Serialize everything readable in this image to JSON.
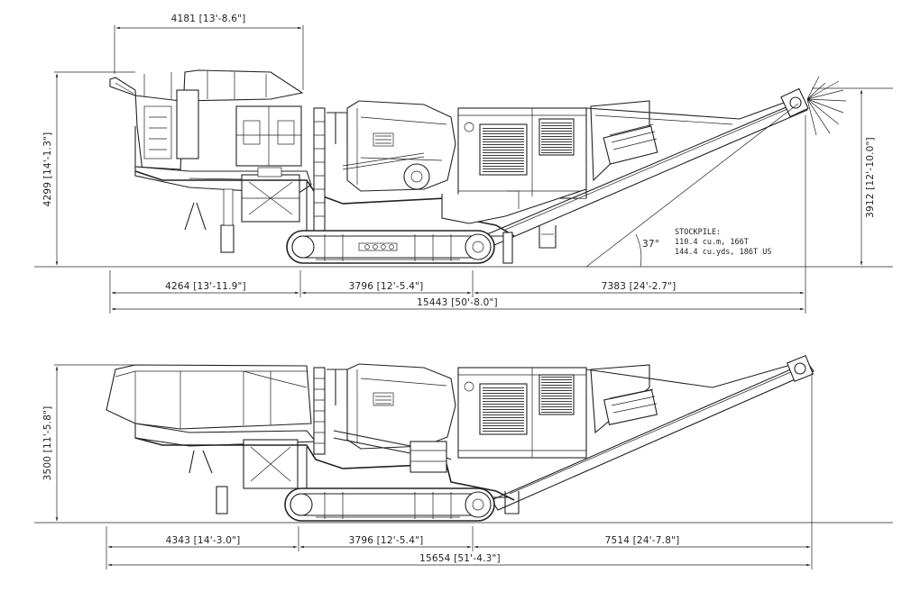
{
  "colors": {
    "ink": "#222222",
    "paper": "#ffffff"
  },
  "top_view": {
    "hopper_width": "4181 [13'-8.6\"]",
    "overall_height": "4299 [14'-1.3\"]",
    "conveyor_height": "3912 [12'-10.0\"]",
    "angle": "37°",
    "stockpile": {
      "title": "STOCKPILE:",
      "line1": "110.4 cu.m, 166T",
      "line2": "144.4 cu.yds, 186T US"
    },
    "seg_front": "4264 [13'-11.9\"]",
    "seg_track": "3796 [12'-5.4\"]",
    "seg_rear": "7383 [24'-2.7\"]",
    "overall_length": "15443 [50'-8.0\"]"
  },
  "bottom_view": {
    "overall_height": "3500 [11'-5.8\"]",
    "seg_front": "4343 [14'-3.0\"]",
    "seg_track": "3796 [12'-5.4\"]",
    "seg_rear": "7514 [24'-7.8\"]",
    "overall_length": "15654 [51'-4.3\"]"
  }
}
